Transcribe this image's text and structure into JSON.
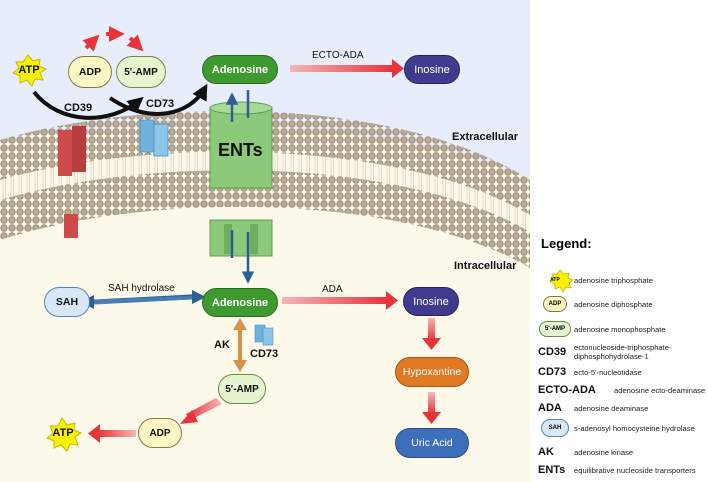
{
  "nodes": {
    "atp_top": "ATP",
    "adp_top": "ADP",
    "amp_top": "5'-AMP",
    "adenosine_top": "Adenosine",
    "inosine_top": "Inosine",
    "ents": "ENTs",
    "sah": "SAH",
    "adenosine_bottom": "Adenosine",
    "inosine_bottom": "Inosine",
    "hypoxantine": "Hypoxantine",
    "uric_acid": "Uric Acid",
    "amp_bottom": "5'-AMP",
    "adp_bottom": "ADP",
    "atp_bottom": "ATP"
  },
  "labels": {
    "cd39": "CD39",
    "cd73_top": "CD73",
    "ecto_ada": "ECTO-ADA",
    "extracellular": "Extracellular",
    "intracellular": "Intracellular",
    "sah_hydrolase": "SAH hydrolase",
    "ada": "ADA",
    "ak": "AK",
    "cd73_bottom": "CD73"
  },
  "legend": {
    "title": "Legend:",
    "items": [
      {
        "symbol": "ATP",
        "text": "adenosine triphosphate"
      },
      {
        "symbol": "ADP",
        "text": "adenosine diphosphate"
      },
      {
        "symbol": "5'-AMP",
        "text": "adenosine monophosphate"
      },
      {
        "abbr": "CD39",
        "text": "ectonucleoside-triphosphate-diphosphohydrolase-1"
      },
      {
        "abbr": "CD73",
        "text": "ecto-5'-nucleotidase"
      },
      {
        "abbr": "ECTO-ADA",
        "text": "adenosine ecto-deaminase"
      },
      {
        "abbr": "ADA",
        "text": "adenosine deaminase"
      },
      {
        "symbol": "SAH",
        "text": "s-adenosyl homocysteine hydrolase"
      },
      {
        "abbr": "AK",
        "text": "adenosine kinase"
      },
      {
        "abbr": "ENTs",
        "text": "equilibrative nucleoside transporters"
      }
    ]
  },
  "colors": {
    "extracellular_bg": "#e6ecfb",
    "intracellular_bg": "#fcf8ea",
    "membrane_head": "#b5a58f",
    "adenosine": "#3e9a2f",
    "inosine": "#3f3c8e",
    "hypoxantine": "#e07a24",
    "uric_acid": "#3e6fbb",
    "atp_star": "#f7f000",
    "adp": "#fbf6c4",
    "amp": "#e6f5d0",
    "sah": "#d7e7f8",
    "red_arrow": "#e8333a",
    "blue_arrow": "#2c5f94",
    "orange_arrow": "#d9924a",
    "cd39_protein": "#cf4a4a",
    "cd73_protein": "#6fb2de",
    "ents_protein": "#8dc97a"
  }
}
